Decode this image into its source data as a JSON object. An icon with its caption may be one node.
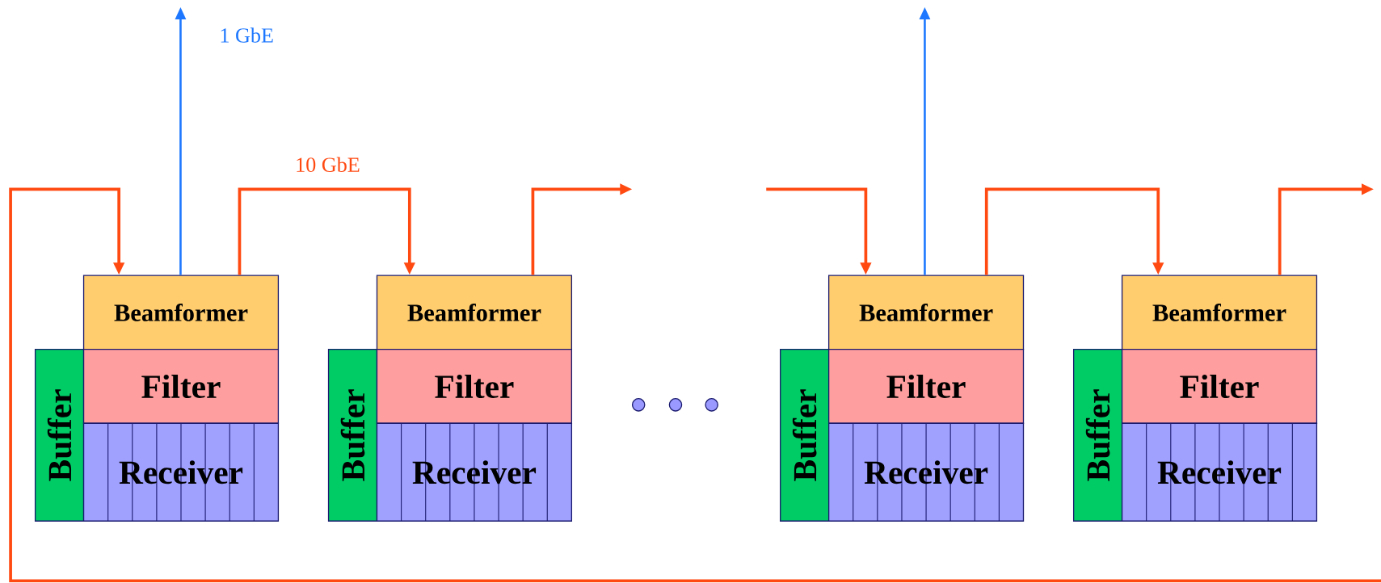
{
  "diagram": {
    "nodes": [
      {
        "text": [
          "Beamformer"
        ]
      },
      {
        "text": [
          "Buffer"
        ]
      },
      {
        "text": [
          "Filter"
        ]
      },
      {
        "text": [
          "Receiver"
        ]
      },
      {
        "text": [
          "Beamformer"
        ]
      },
      {
        "text": [
          "Buffer"
        ]
      },
      {
        "text": [
          "Filter"
        ]
      },
      {
        "text": [
          "Receiver"
        ]
      },
      {
        "text": [
          "Beamformer"
        ]
      },
      {
        "text": [
          "Buffer"
        ]
      },
      {
        "text": [
          "Filter"
        ]
      },
      {
        "text": [
          "Receiver"
        ]
      },
      {
        "text": [
          "Beamformer"
        ]
      },
      {
        "text": [
          "Buffer"
        ]
      },
      {
        "text": [
          "Filter"
        ]
      },
      {
        "text": [
          "Receiver"
        ]
      }
    ],
    "edges": [
      {
        "from": 0,
        "to": null,
        "arrow": "to",
        "label": "1 GbE",
        "color": "#1e78ff"
      },
      {
        "from": 0,
        "to": 4,
        "arrow": "to",
        "label": "10 GbE"
      },
      {
        "from": 4,
        "to": null,
        "arrow": "to"
      },
      {
        "from": null,
        "to": 8,
        "arrow": "to"
      },
      {
        "from": 8,
        "to": null,
        "arrow": "to",
        "color": "#1e78ff"
      },
      {
        "from": 8,
        "to": 12,
        "arrow": "to"
      },
      {
        "from": 12,
        "to": null,
        "arrow": "to"
      },
      {
        "from": null,
        "to": 0,
        "arrow": "to"
      }
    ]
  }
}
